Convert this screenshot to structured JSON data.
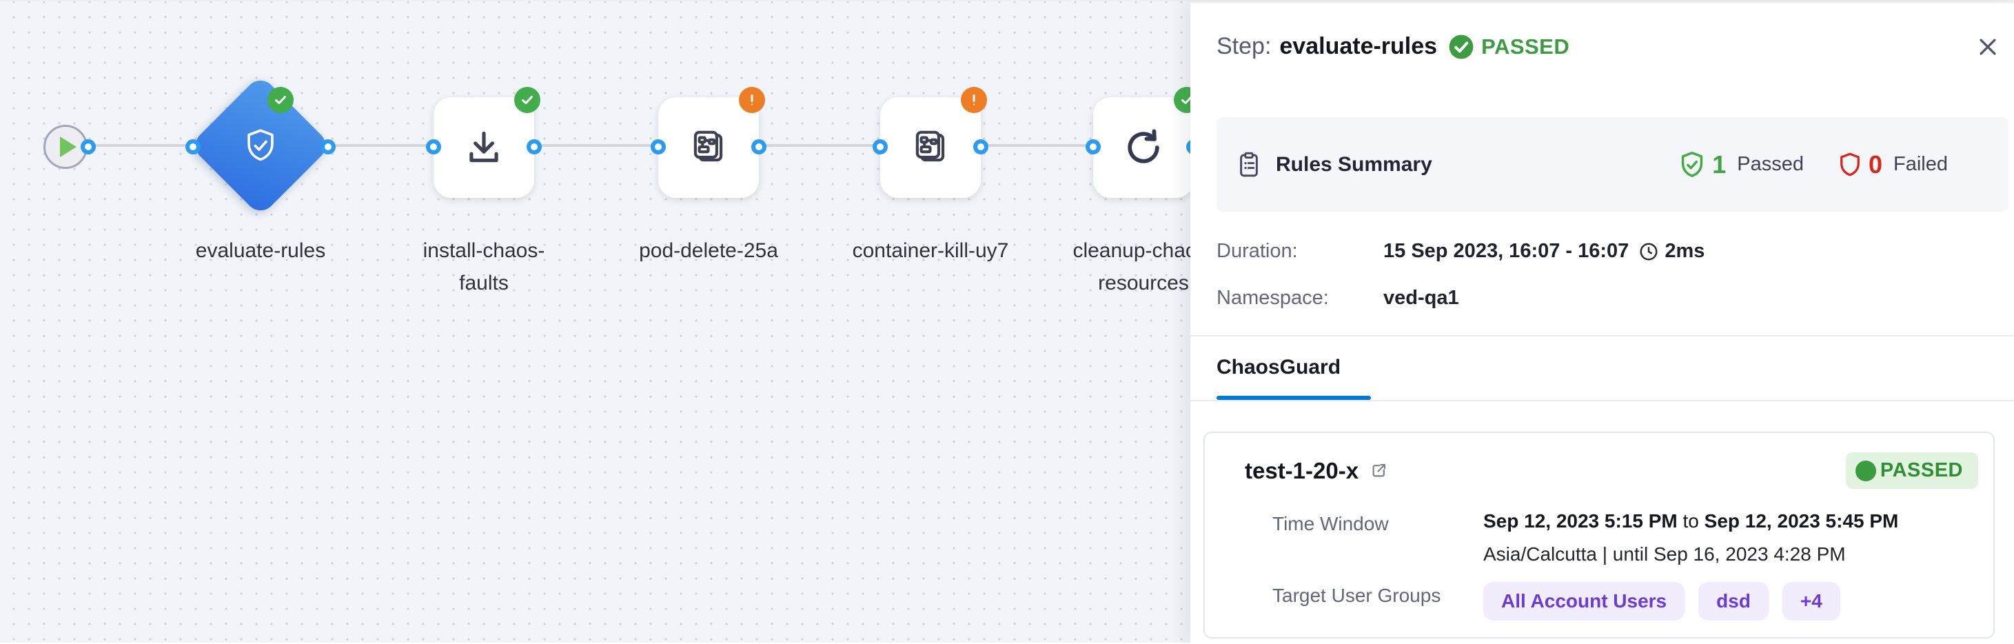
{
  "colors": {
    "accent_blue": "#0278d5",
    "node_blue": "#2e6ee2",
    "success_green": "#42ab45",
    "warning_orange": "#ed7d23",
    "error_red": "#d6281b",
    "purple": "#6b3bd6"
  },
  "canvas": {
    "nodes": [
      {
        "label": "evaluate-rules",
        "line1": "evaluate-rules",
        "line2": "",
        "shape": "diamond",
        "icon": "shield-check",
        "status": "passed"
      },
      {
        "label": "install-chaos-faults",
        "line1": "install-chaos-",
        "line2": "faults",
        "shape": "square",
        "icon": "download",
        "status": "passed"
      },
      {
        "label": "pod-delete-25a",
        "line1": "pod-delete-25a",
        "line2": "",
        "shape": "square",
        "icon": "chaos-fault",
        "status": "warning"
      },
      {
        "label": "container-kill-uy7",
        "line1": "container-kill-uy7",
        "line2": "",
        "shape": "square",
        "icon": "chaos-fault",
        "status": "warning"
      },
      {
        "label": "cleanup-chaos-resources",
        "line1": "cleanup-chaos-",
        "line2": "resources",
        "shape": "square",
        "icon": "retry",
        "status": "passed"
      }
    ]
  },
  "panel": {
    "header": {
      "step_label": "Step:",
      "step_name": "evaluate-rules",
      "status": "PASSED"
    },
    "rules_summary": {
      "title": "Rules Summary",
      "passed_count": "1",
      "passed_label": "Passed",
      "failed_count": "0",
      "failed_label": "Failed"
    },
    "details": {
      "duration_label": "Duration:",
      "duration_value": "15 Sep 2023, 16:07 - 16:07",
      "duration_time": "2ms",
      "namespace_label": "Namespace:",
      "namespace_value": "ved-qa1"
    },
    "tab": {
      "label": "ChaosGuard"
    },
    "guard": {
      "name": "test-1-20-x",
      "status": "PASSED",
      "time_window_label": "Time Window",
      "time_start": "Sep 12, 2023 5:15 PM",
      "time_joiner": "to",
      "time_end": "Sep 12, 2023 5:45 PM",
      "timezone_info": "Asia/Calcutta | until Sep 16, 2023 4:28 PM",
      "groups_label": "Target User Groups",
      "groups": [
        "All Account Users",
        "dsd",
        "+4"
      ]
    }
  }
}
